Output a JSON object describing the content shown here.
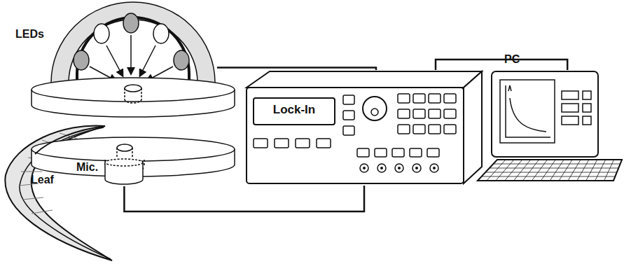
{
  "diagram": {
    "nodes": [
      {
        "text": [
          "LEDs"
        ]
      },
      {
        "text": [
          "Lock-In"
        ]
      },
      {
        "text": [
          "PC"
        ]
      },
      {
        "text": [
          "Mic."
        ]
      }
    ],
    "edges": [
      {
        "from": 0,
        "to": 1,
        "arrow": "none"
      },
      {
        "from": 1,
        "to": 2,
        "arrow": "none"
      },
      {
        "from": 3,
        "to": 1,
        "arrow": "none"
      }
    ],
    "labels": [
      "Leaf"
    ]
  }
}
